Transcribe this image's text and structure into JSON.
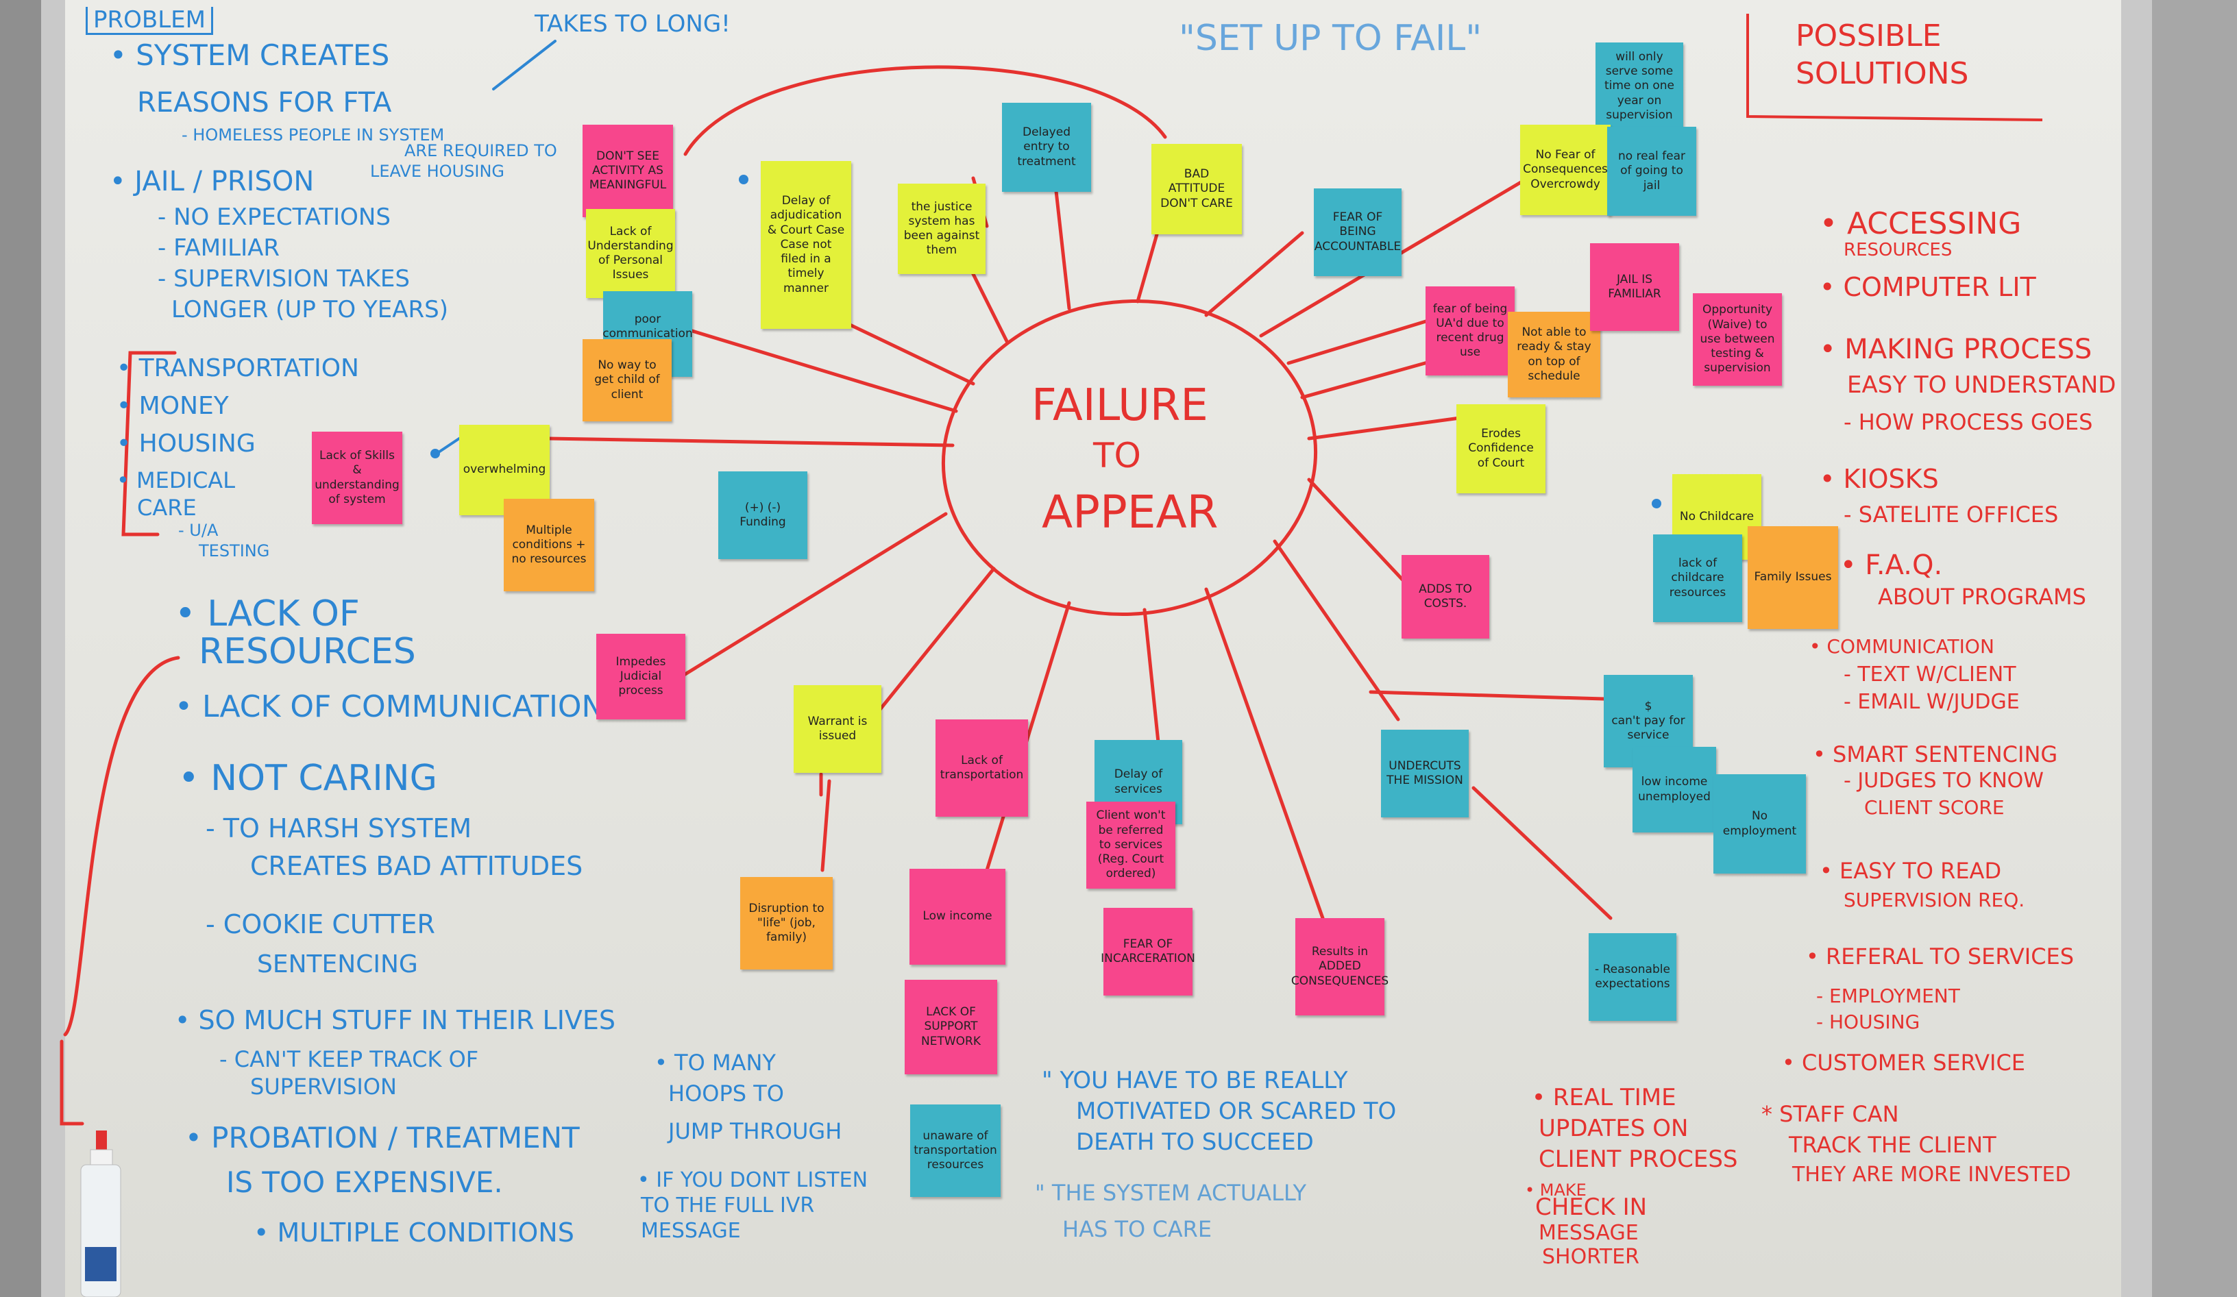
{
  "colors": {
    "marker_blue": "#2d86d3",
    "marker_red": "#e5322f",
    "note_pink": "#f7468c",
    "note_yellow": "#e3f13a",
    "note_teal": "#3eb3c6",
    "note_orange": "#f9a83a"
  },
  "top": {
    "takes_long": "TAKES TO LONG!",
    "set_up": "\"SET UP TO FAIL\""
  },
  "center": {
    "line1": "FAILURE",
    "line2": "TO",
    "line3": "APPEAR"
  },
  "problem": {
    "heading": "PROBLEM",
    "items": [
      "• SYSTEM CREATES",
      "REASONS FOR FTA",
      "- HOMELESS PEOPLE IN SYSTEM",
      "ARE REQUIRED TO",
      "LEAVE HOUSING",
      "• JAIL / PRISON",
      "- NO EXPECTATIONS",
      "- FAMILIAR",
      "- SUPERVISION TAKES",
      "LONGER (UP TO YEARS)",
      "• TRANSPORTATION",
      "• MONEY",
      "• HOUSING",
      "• MEDICAL",
      "CARE",
      "- U/A",
      "TESTING",
      "• LACK OF",
      "RESOURCES",
      "• LACK OF COMMUNICATION",
      "• NOT CARING",
      "- TO HARSH SYSTEM",
      "CREATES BAD ATTITUDES",
      "- COOKIE CUTTER",
      "SENTENCING",
      "• SO MUCH STUFF IN THEIR LIVES",
      "- CAN'T KEEP TRACK OF",
      "SUPERVISION",
      "• PROBATION / TREATMENT",
      "IS TOO EXPENSIVE.",
      "• MULTIPLE CONDITIONS"
    ]
  },
  "bottom_blue": [
    "• TO MANY",
    "HOOPS TO",
    "JUMP THROUGH",
    "• IF YOU DONT LISTEN",
    "TO THE FULL IVR",
    "MESSAGE",
    "\" YOU HAVE TO BE REALLY",
    "MOTIVATED OR SCARED TO",
    "DEATH TO SUCCEED",
    "\" THE SYSTEM ACTUALLY",
    "HAS TO CARE"
  ],
  "solutions": {
    "heading": "POSSIBLE SOLUTIONS",
    "items": [
      "• ACCESSING",
      "RESOURCES",
      "• COMPUTER LIT",
      "• MAKING PROCESS",
      "EASY TO UNDERSTAND",
      "- HOW PROCESS GOES",
      "• KIOSKS",
      "- SATELITE OFFICES",
      "• F.A.Q.",
      "ABOUT PROGRAMS",
      "• COMMUNICATION",
      "- TEXT   W/CLIENT",
      "- EMAIL   W/JUDGE",
      "• SMART SENTENCING",
      "- JUDGES TO KNOW",
      "CLIENT SCORE",
      "• EASY TO READ",
      "SUPERVISION REQ.",
      "• REFERAL TO SERVICES",
      "- EMPLOYMENT",
      "- HOUSING",
      "• CUSTOMER SERVICE",
      "* STAFF CAN",
      "TRACK THE CLIENT",
      "THEY ARE MORE INVESTED",
      "• REAL TIME",
      "UPDATES ON",
      "CLIENT PROCESS",
      "• MAKE",
      "CHECK IN",
      "MESSAGE",
      "SHORTER"
    ]
  },
  "notes": [
    {
      "text": "DON'T SEE ACTIVITY AS MEANINGFUL",
      "color": "pink"
    },
    {
      "text": "Lack of Understanding of Personal Issues",
      "color": "yellow"
    },
    {
      "text": "poor communication with",
      "color": "teal"
    },
    {
      "text": "No way to get child of client",
      "color": "orange"
    },
    {
      "text": "Delay of adjudication & Court Case\nCase not filed in a timely manner",
      "color": "yellow"
    },
    {
      "text": "the justice system has been against them",
      "color": "yellow"
    },
    {
      "text": "Delayed entry to treatment",
      "color": "teal"
    },
    {
      "text": "BAD ATTITUDE\nDON'T CARE",
      "color": "yellow"
    },
    {
      "text": "Lack of Skills & understanding of system",
      "color": "pink"
    },
    {
      "text": "overwhelming",
      "color": "yellow"
    },
    {
      "text": "Multiple conditions + no resources",
      "color": "orange"
    },
    {
      "text": "(+)  (-)\nFunding",
      "color": "teal"
    },
    {
      "text": "Impedes Judicial process",
      "color": "pink"
    },
    {
      "text": "Warrant is issued",
      "color": "yellow"
    },
    {
      "text": "Disruption to \"life\" (job, family)",
      "color": "orange"
    },
    {
      "text": "Lack of transportation",
      "color": "pink"
    },
    {
      "text": "Low income",
      "color": "pink"
    },
    {
      "text": "LACK OF SUPPORT NETWORK",
      "color": "pink"
    },
    {
      "text": "unaware of transportation resources",
      "color": "teal"
    },
    {
      "text": "Delay of services",
      "color": "teal"
    },
    {
      "text": "Client won't be referred to services (Reg. Court ordered)",
      "color": "pink"
    },
    {
      "text": "FEAR OF INCARCERATION",
      "color": "pink"
    },
    {
      "text": "Results in ADDED CONSEQUENCES",
      "color": "pink"
    },
    {
      "text": "FEAR OF BEING ACCOUNTABLE",
      "color": "teal"
    },
    {
      "text": "fear of being UA'd due to recent drug use",
      "color": "pink"
    },
    {
      "text": "Not able to ready & stay on top of schedule",
      "color": "orange"
    },
    {
      "text": "Erodes Confidence of Court",
      "color": "yellow"
    },
    {
      "text": "ADDS TO COSTS.",
      "color": "pink"
    },
    {
      "text": "UNDERCUTS THE MISSION",
      "color": "teal"
    },
    {
      "text": "- Reasonable expectations",
      "color": "teal"
    },
    {
      "text": "will only serve some time on one year on supervision",
      "color": "teal"
    },
    {
      "text": "No Fear of Consequences\nOvercrowdy",
      "color": "yellow"
    },
    {
      "text": "no real fear of going to jail",
      "color": "teal"
    },
    {
      "text": "JAIL IS FAMILIAR",
      "color": "pink"
    },
    {
      "text": "Opportunity (Waive) to use between testing & supervision",
      "color": "pink"
    },
    {
      "text": "No Childcare",
      "color": "yellow"
    },
    {
      "text": "lack of childcare resources",
      "color": "teal"
    },
    {
      "text": "Family Issues",
      "color": "orange"
    },
    {
      "text": "$\ncan't pay for service",
      "color": "teal"
    },
    {
      "text": "low income unemployed",
      "color": "teal"
    },
    {
      "text": "No employment",
      "color": "teal"
    }
  ]
}
